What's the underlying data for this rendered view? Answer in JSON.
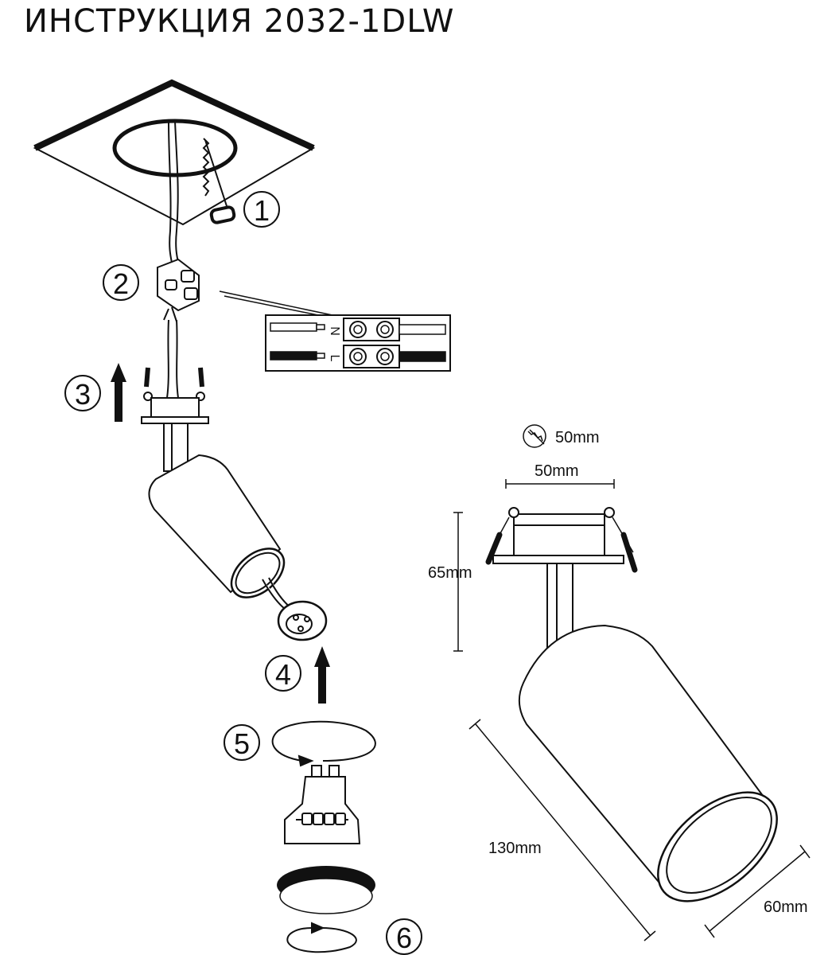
{
  "document": {
    "title": "ИНСТРУКЦИЯ 2032-1DLW"
  },
  "steps": [
    "1",
    "2",
    "3",
    "4",
    "5",
    "6"
  ],
  "terminal_block": {
    "neutral_label": "N",
    "live_label": "L"
  },
  "dimensions": {
    "cutout": "50mm",
    "width": "50mm",
    "height": "65mm",
    "length": "130mm",
    "diameter": "60mm"
  },
  "icons": [
    "hole-saw-icon"
  ],
  "colors": {
    "ink": "#111111",
    "paper": "#ffffff"
  }
}
